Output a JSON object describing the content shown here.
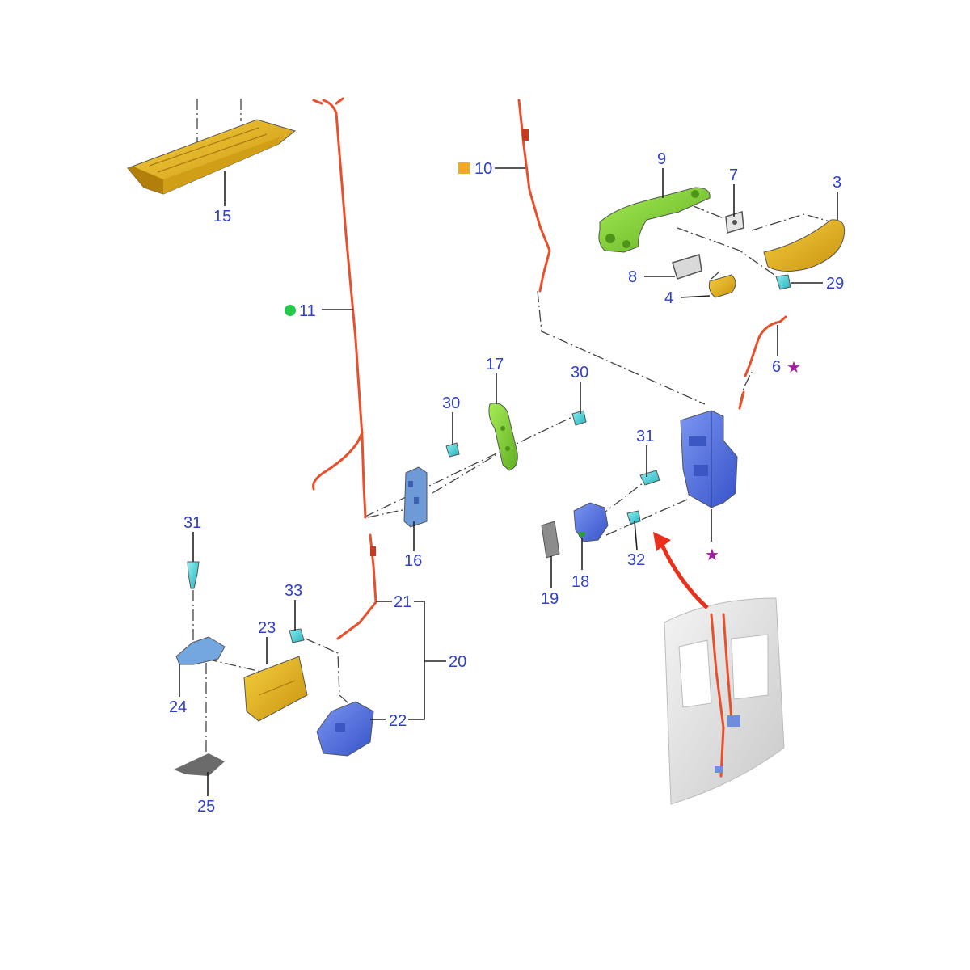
{
  "diagram": {
    "callouts": {
      "c3": "3",
      "c4": "4",
      "c6": "6",
      "c7": "7",
      "c8": "8",
      "c9": "9",
      "c10": "10",
      "c11": "11",
      "c15": "15",
      "c16": "16",
      "c17": "17",
      "c18": "18",
      "c19": "19",
      "c20": "20",
      "c21": "21",
      "c22": "22",
      "c23": "23",
      "c24": "24",
      "c25": "25",
      "c29": "29",
      "c30a": "30",
      "c30b": "30",
      "c31a": "31",
      "c31b": "31",
      "c32": "32",
      "c33": "33"
    },
    "markers": {
      "square_color": "#f5a623",
      "circle_color": "#22c94a",
      "star_color": "#a020a0",
      "star_glyph": "★"
    },
    "colors": {
      "callout_text": "#2f3fc9",
      "cable": "#e8502c",
      "part_yellow": "#e6b41c",
      "part_green": "#86d63a",
      "part_blue": "#4f6fe0",
      "part_cyan": "#3fd0d6",
      "part_gray": "#8a8a8a"
    }
  }
}
